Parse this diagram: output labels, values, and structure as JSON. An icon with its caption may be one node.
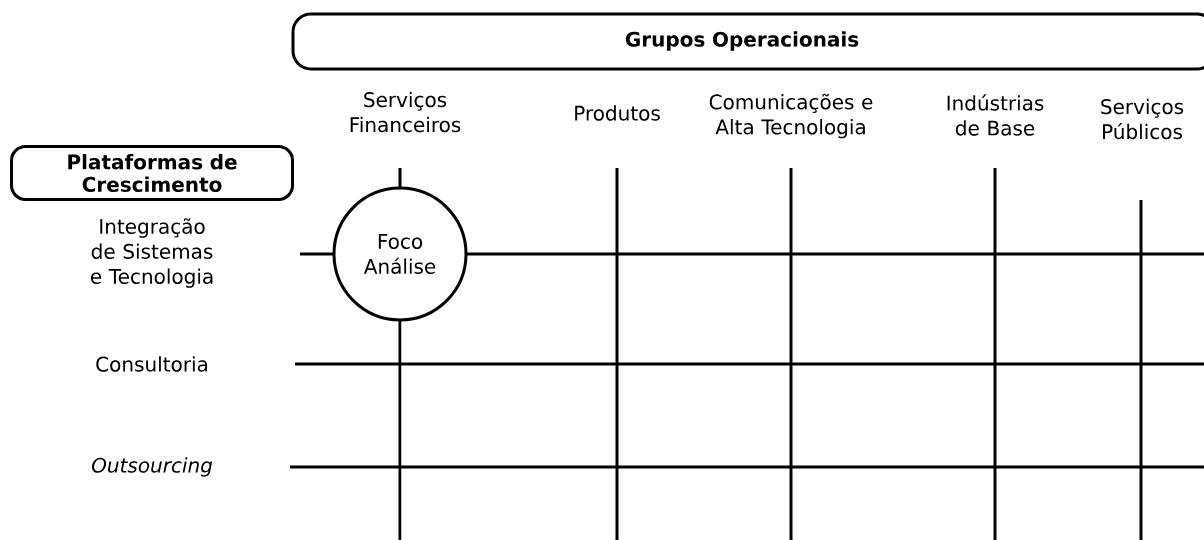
{
  "diagram": {
    "nodes": [
      {
        "text": [
          "Grupos Operacionais"
        ]
      },
      {
        "text": [
          "Plataformas de Crescimento"
        ]
      },
      {
        "text": [
          "Foco Análise"
        ]
      }
    ],
    "labels": [
      "Serviços Financeiros",
      "Produtos",
      "Comunicações e Alta Tecnologia",
      "Indústrias de Base",
      "Serviços Públicos",
      "Integração de Sistemas e Tecnologia",
      "Consultoria",
      "Outsourcing"
    ]
  }
}
